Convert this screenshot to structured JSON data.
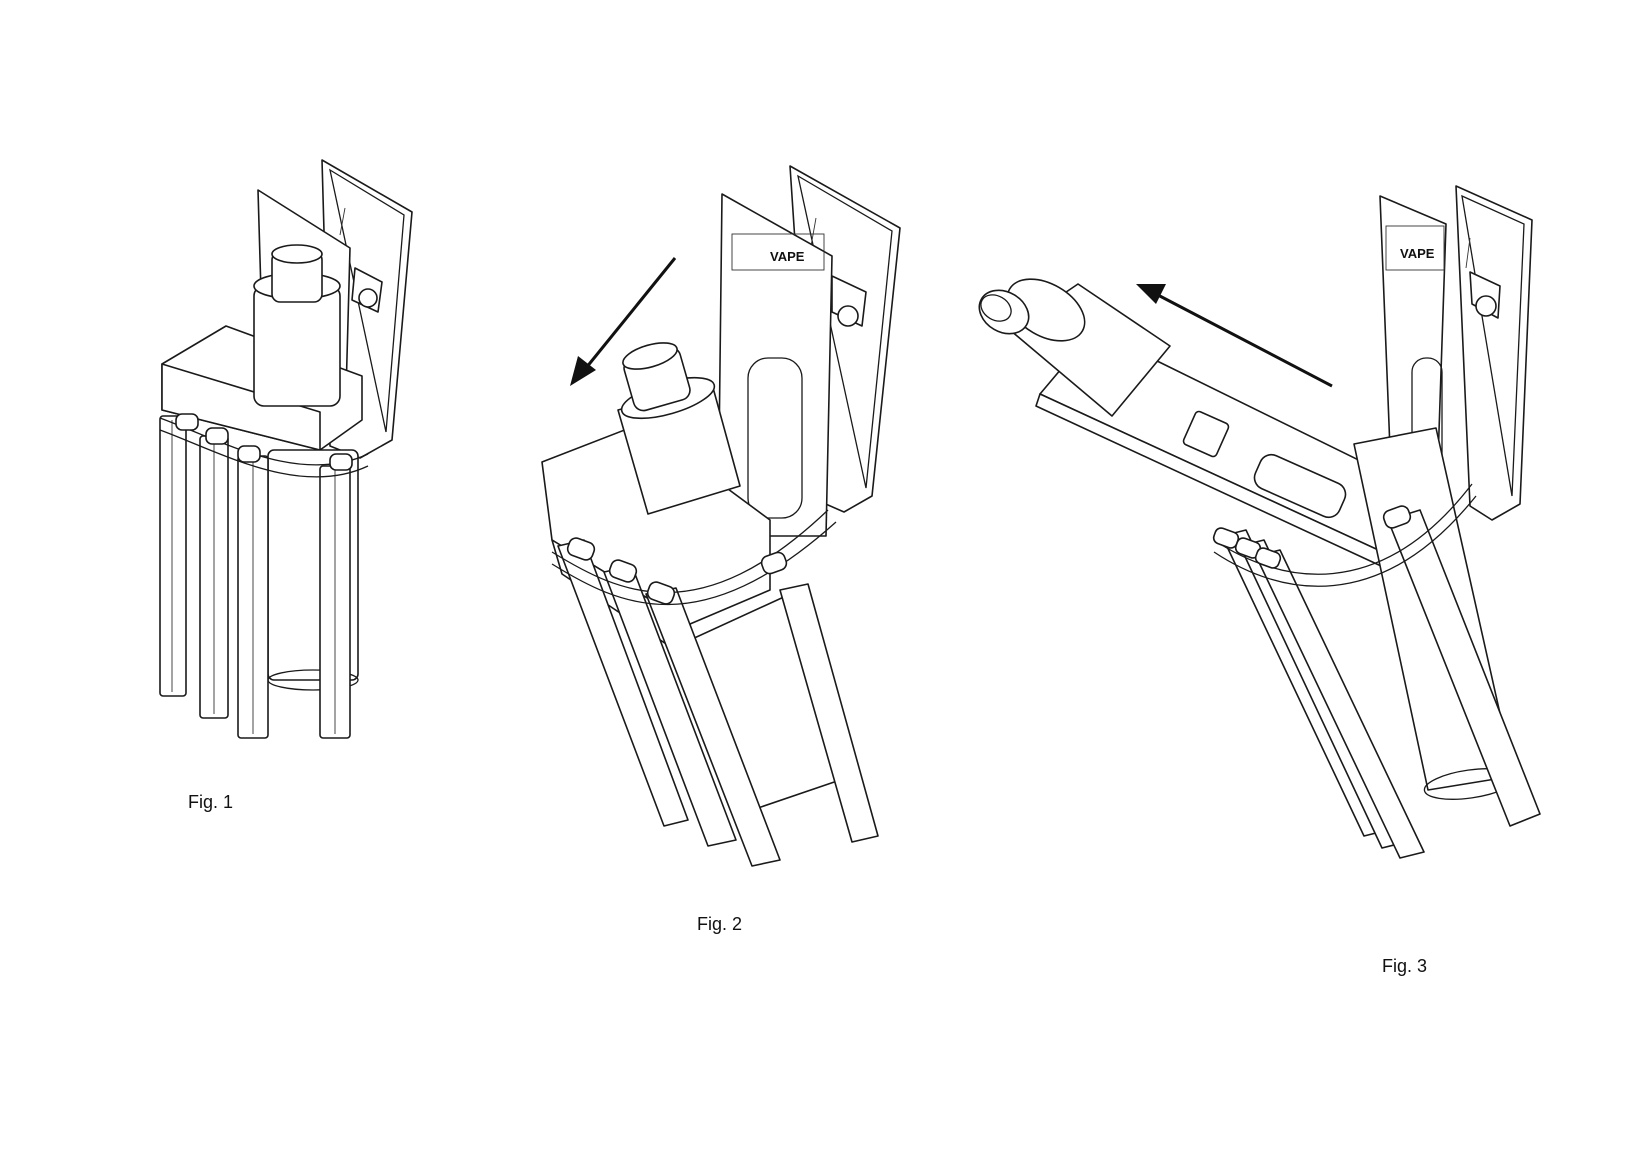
{
  "figures": [
    {
      "id": "fig1",
      "label": "Fig. 1"
    },
    {
      "id": "fig2",
      "label": "Fig. 2",
      "logo_text": "VAPE",
      "arrow_direction": "down-left"
    },
    {
      "id": "fig3",
      "label": "Fig. 3",
      "logo_text": "VAPE",
      "arrow_direction": "up-left"
    }
  ],
  "colors": {
    "line": "#1a1a1a",
    "background": "#ffffff"
  }
}
